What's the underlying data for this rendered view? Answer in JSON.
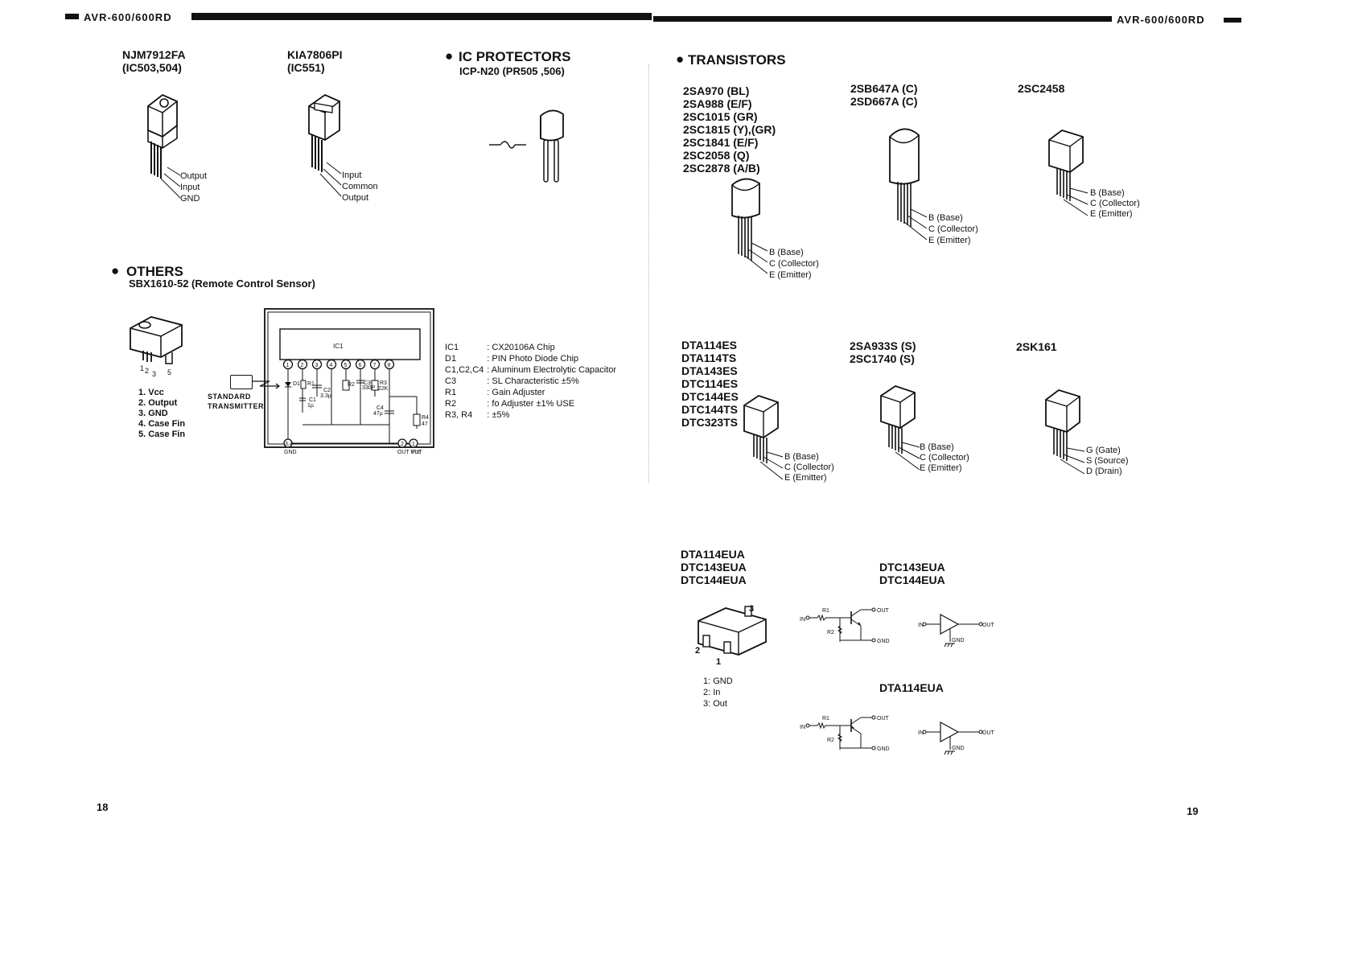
{
  "header": {
    "left_title": "AVR-600/600RD",
    "right_title": "AVR-600/600RD"
  },
  "left_page": {
    "regulators": [
      {
        "part": "NJM7912FA",
        "ref": "(IC503,504)",
        "pins": [
          "Output",
          "Input",
          "GND"
        ]
      },
      {
        "part": "KIA7806PI",
        "ref": "(IC551)",
        "pins": [
          "Input",
          "Common",
          "Output"
        ]
      }
    ],
    "ic_protectors": {
      "title": "IC PROTECTORS",
      "part": "ICP-N20 (PR505 ,506)"
    },
    "others": {
      "title": "OTHERS",
      "part": "SBX1610-52 (Remote Control Sensor)",
      "pin_labels": [
        "1",
        "2",
        "3",
        "5"
      ],
      "pins": [
        "1. Vcc",
        "2. Output",
        "3. GND",
        "4. Case Fin",
        "5. Case Fin"
      ],
      "transmitter_label": [
        "STANDARD",
        "TRANSMITTER"
      ],
      "circuit": {
        "ic_label": "IC1",
        "pin_numbers": [
          "1",
          "2",
          "3",
          "4",
          "5",
          "6",
          "7",
          "8"
        ],
        "gnd_label": "GND",
        "out_label": "OUT PUT",
        "vcc_label": "Vcc",
        "bottom_pins": [
          "3,4",
          "2",
          "1"
        ],
        "components": [
          "D1",
          "R1",
          "C2",
          "C1",
          "R2",
          "C3",
          "R3",
          "C4",
          "R4"
        ],
        "values": [
          "3.3µ",
          "1µ",
          "330P",
          "22K",
          "47µ",
          "47"
        ]
      },
      "legend": [
        {
          "ref": "IC1",
          "desc": ": CX20106A Chip"
        },
        {
          "ref": "D1",
          "desc": ": PIN Photo Diode Chip"
        },
        {
          "ref": "C1,C2,C4",
          "desc": ": Aluminum Electrolytic Capacitor"
        },
        {
          "ref": "C3",
          "desc": ": SL Characteristic ±5%"
        },
        {
          "ref": "R1",
          "desc": ": Gain Adjuster"
        },
        {
          "ref": "R2",
          "desc": ": fo Adjuster ±1% USE"
        },
        {
          "ref": "R3, R4",
          "desc": ": ±5%"
        }
      ]
    },
    "page_number": "18"
  },
  "right_page": {
    "title": "TRANSISTORS",
    "groups": [
      {
        "parts": [
          "2SA970 (BL)",
          "2SA988 (E/F)",
          "2SC1015 (GR)",
          "2SC1815 (Y),(GR)",
          "2SC1841 (E/F)",
          "2SC2058 (Q)",
          "2SC2878 (A/B)"
        ],
        "pins": [
          "B (Base)",
          "C (Collector)",
          "E (Emitter)"
        ]
      },
      {
        "parts": [
          "2SB647A (C)",
          "2SD667A (C)"
        ],
        "pins": [
          "B (Base)",
          "C (Collector)",
          "E (Emitter)"
        ]
      },
      {
        "parts": [
          "2SC2458"
        ],
        "pins": [
          "B (Base)",
          "C (Collector)",
          "E (Emitter)"
        ]
      },
      {
        "parts": [
          "DTA114ES",
          "DTA114TS",
          "DTA143ES",
          "DTC114ES",
          "DTC144ES",
          "DTC144TS",
          "DTC323TS"
        ],
        "pins": [
          "B (Base)",
          "C (Collector)",
          "E (Emitter)"
        ]
      },
      {
        "parts": [
          "2SA933S (S)",
          "2SC1740 (S)"
        ],
        "pins": [
          "B (Base)",
          "C (Collector)",
          "E (Emitter)"
        ]
      },
      {
        "parts": [
          "2SK161"
        ],
        "pins": [
          "G (Gate)",
          "S (Source)",
          "D (Drain)"
        ]
      }
    ],
    "smd": {
      "parts": [
        "DTA114EUA",
        "DTC143EUA",
        "DTC144EUA"
      ],
      "pin_numbers": [
        "3",
        "2",
        "1"
      ],
      "pins": [
        "1: GND",
        "2: In",
        "3: Out"
      ],
      "upper_parts": [
        "DTC143EUA",
        "DTC144EUA"
      ],
      "lower_part": "DTA114EUA",
      "labels": {
        "in": "IN",
        "out": "OUT",
        "gnd": "GND",
        "r1": "R1",
        "r2": "R2"
      }
    },
    "page_number": "19"
  }
}
